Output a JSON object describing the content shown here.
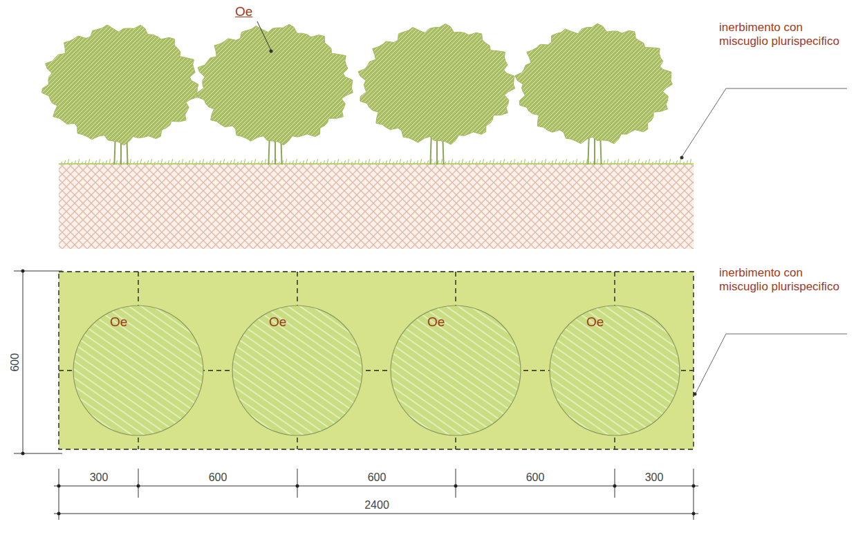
{
  "diagram": {
    "nodes": [
      {
        "text": [
          "Oe"
        ]
      },
      {
        "text": [
          "Oe"
        ]
      },
      {
        "text": [
          "Oe"
        ]
      },
      {
        "text": [
          "Oe"
        ]
      }
    ],
    "labels": [
      "Oe",
      "inerbimento con miscuglio plurispecifico",
      "inerbimento con miscuglio plurispecifico",
      "600",
      "300",
      "600",
      "600",
      "600",
      "300",
      "2400"
    ]
  }
}
